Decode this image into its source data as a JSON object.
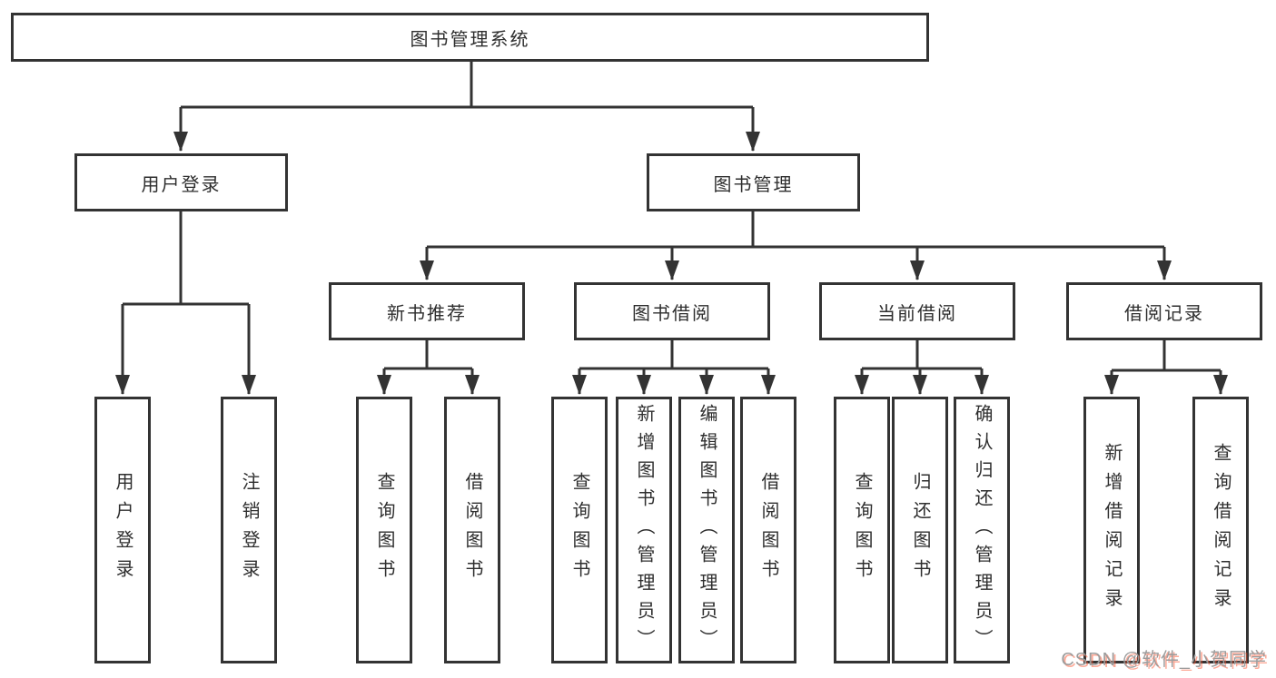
{
  "diagram": {
    "root": {
      "label": "图书管理系统"
    },
    "branches": [
      {
        "label": "用户登录",
        "children": [
          {
            "label": "用户登录"
          },
          {
            "label": "注销登录"
          }
        ]
      },
      {
        "label": "图书管理",
        "children": [
          {
            "label": "新书推荐",
            "children": [
              {
                "label": "查询图书"
              },
              {
                "label": "借阅图书"
              }
            ]
          },
          {
            "label": "图书借阅",
            "children": [
              {
                "label": "查询图书"
              },
              {
                "label": "新增图书（管理员）"
              },
              {
                "label": "编辑图书（管理员）"
              },
              {
                "label": "借阅图书"
              }
            ]
          },
          {
            "label": "当前借阅",
            "children": [
              {
                "label": "查询图书"
              },
              {
                "label": "归还图书"
              },
              {
                "label": "确认归还（管理员）"
              }
            ]
          },
          {
            "label": "借阅记录",
            "children": [
              {
                "label": "新增借阅记录"
              },
              {
                "label": "查询借阅记录"
              }
            ]
          }
        ]
      }
    ]
  },
  "watermark": {
    "text": "CSDN @软件_小贺同学"
  },
  "colors": {
    "line": "#333333",
    "box_border": "#333333",
    "text": "#2e2e2e",
    "background": "#ffffff",
    "watermark_text": "#9c9c9c",
    "watermark_accent": "#fc5531"
  }
}
